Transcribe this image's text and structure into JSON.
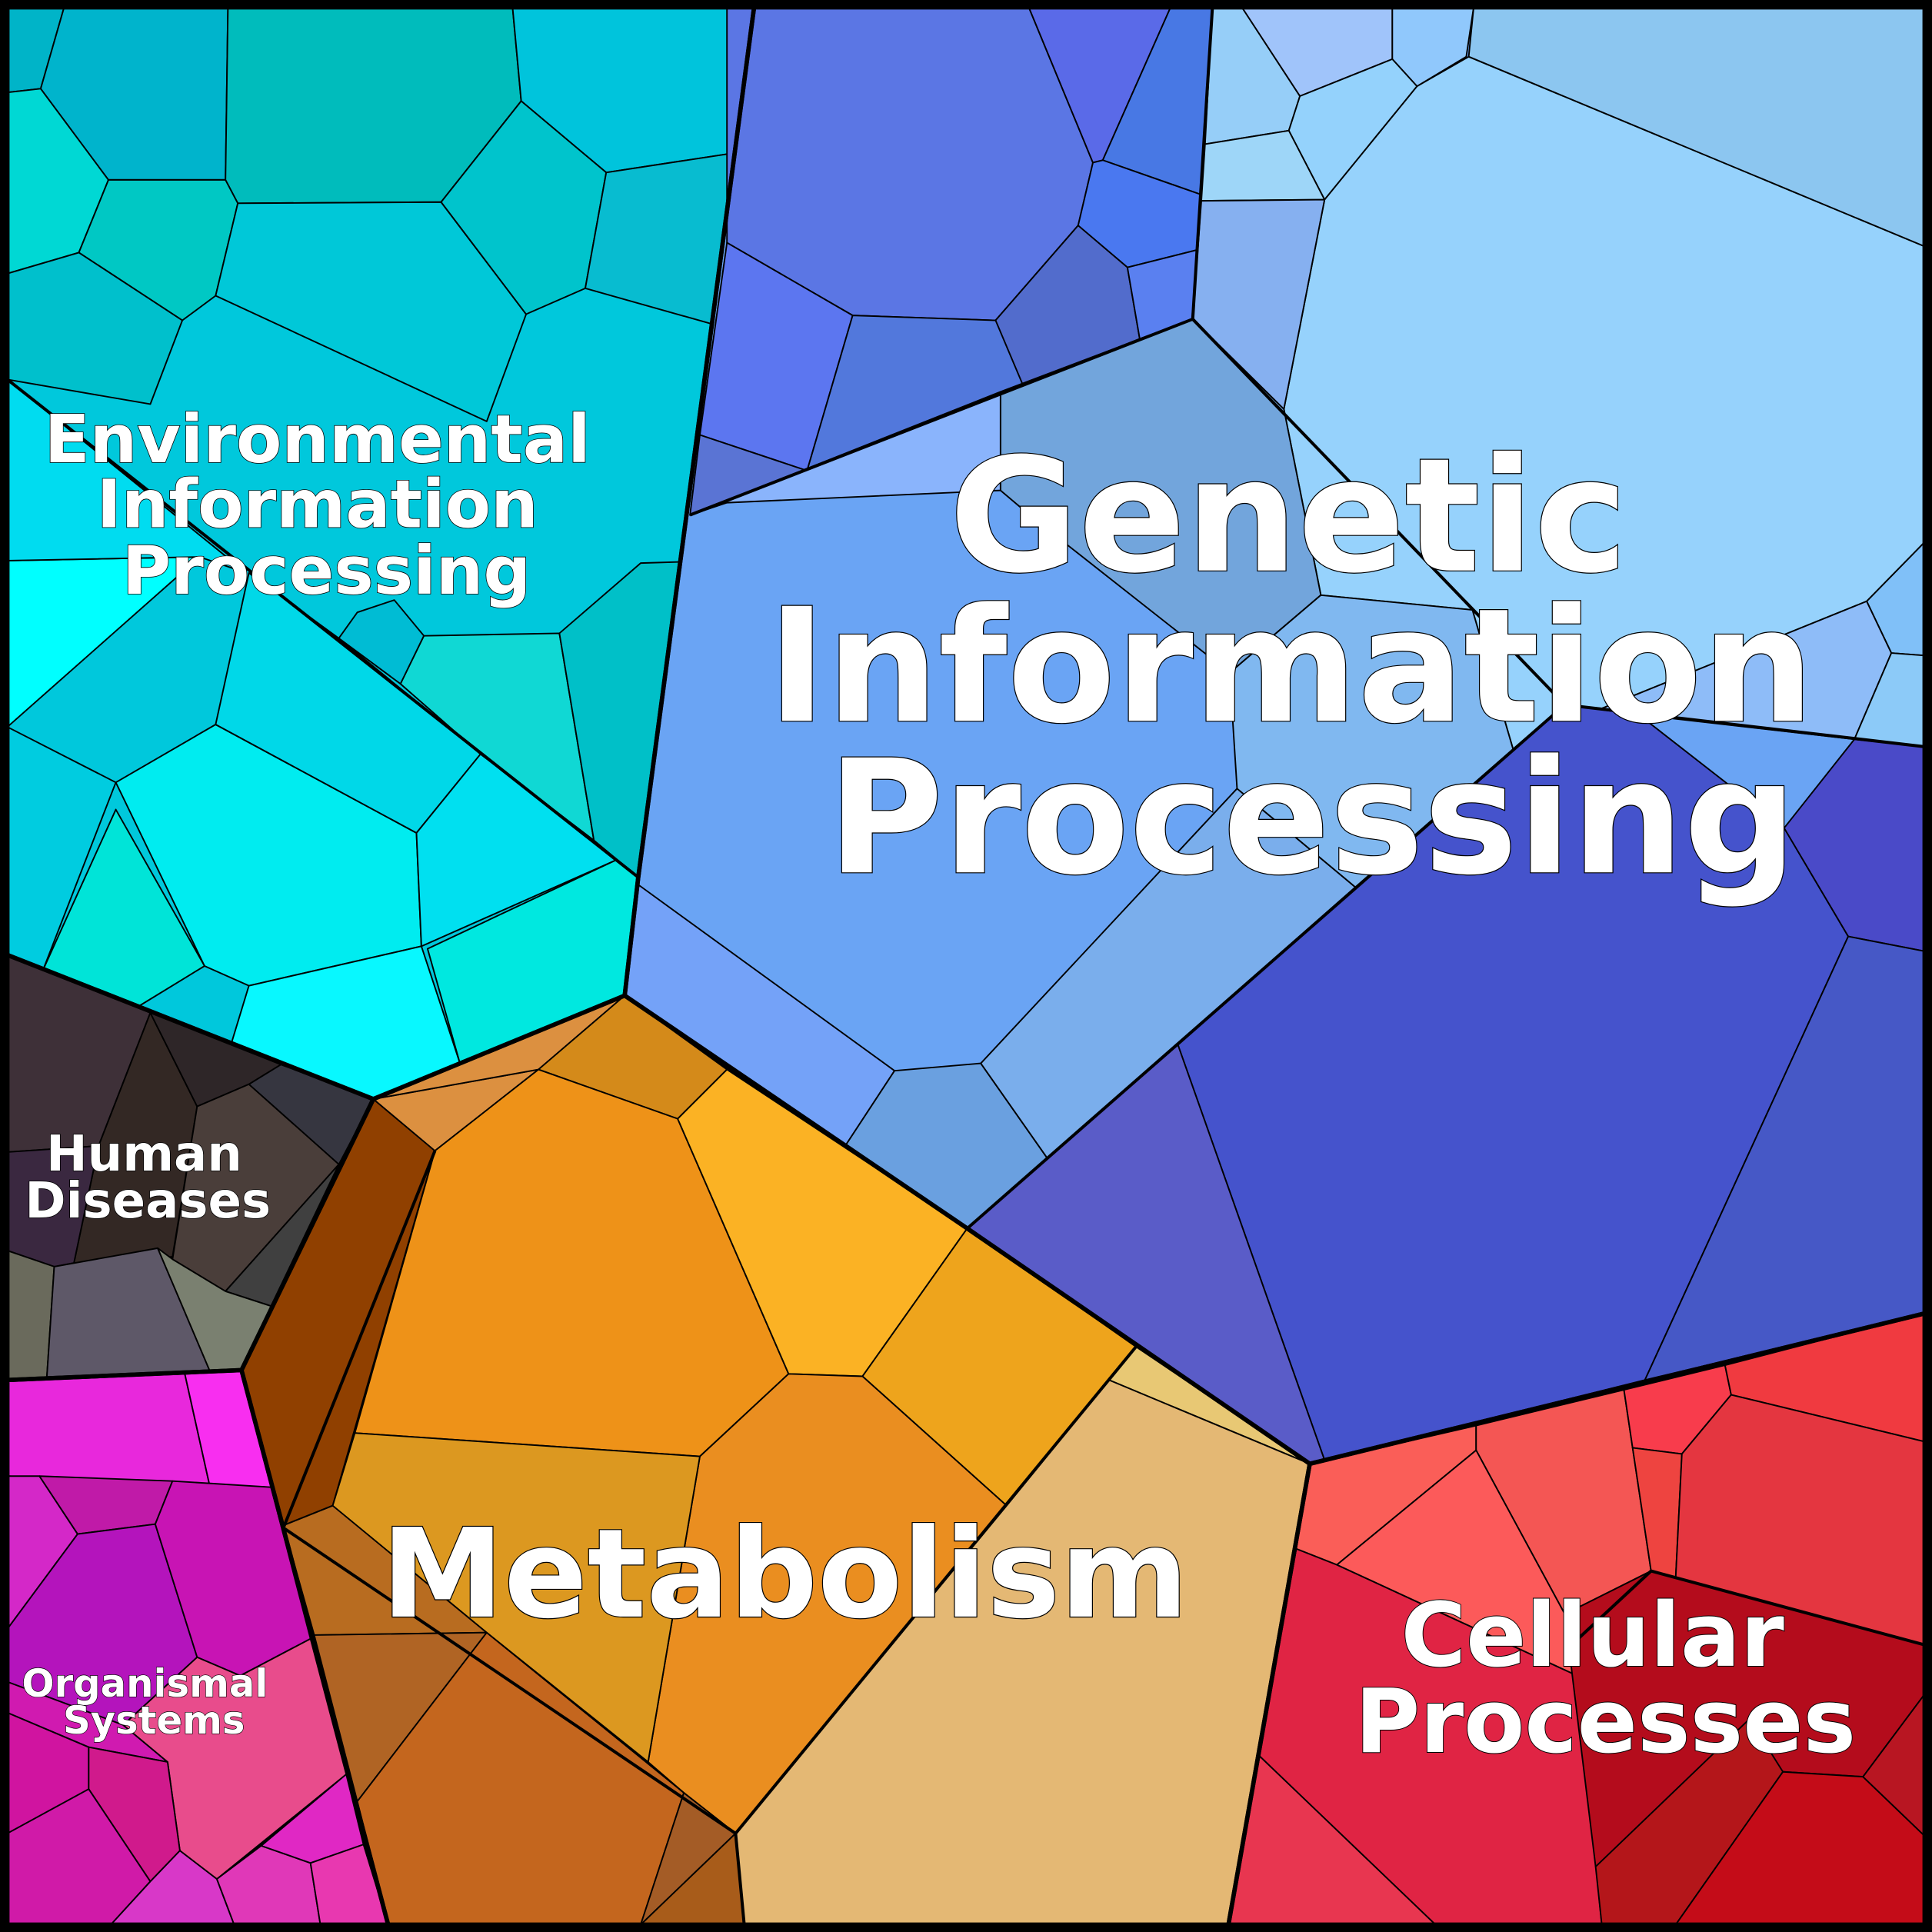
{
  "regions": {
    "genetic": {
      "lines": [
        "Genetic",
        "Information",
        "Processing"
      ],
      "color": "#6aa4f4"
    },
    "environmental": {
      "lines": [
        "Environmental",
        "Information",
        "Processing"
      ],
      "color": "#00c8dc"
    },
    "human": {
      "lines": [
        "Human",
        "Diseases"
      ],
      "color": "#3e3038"
    },
    "organismal": {
      "lines": [
        "Organismal",
        "Systems"
      ],
      "color": "#c814b4"
    },
    "metabolism": {
      "lines": [
        "Metabolism"
      ],
      "color": "#ee9218"
    },
    "cellular": {
      "lines": [
        "Cellular",
        "Processes"
      ],
      "color": "#e02444"
    }
  }
}
